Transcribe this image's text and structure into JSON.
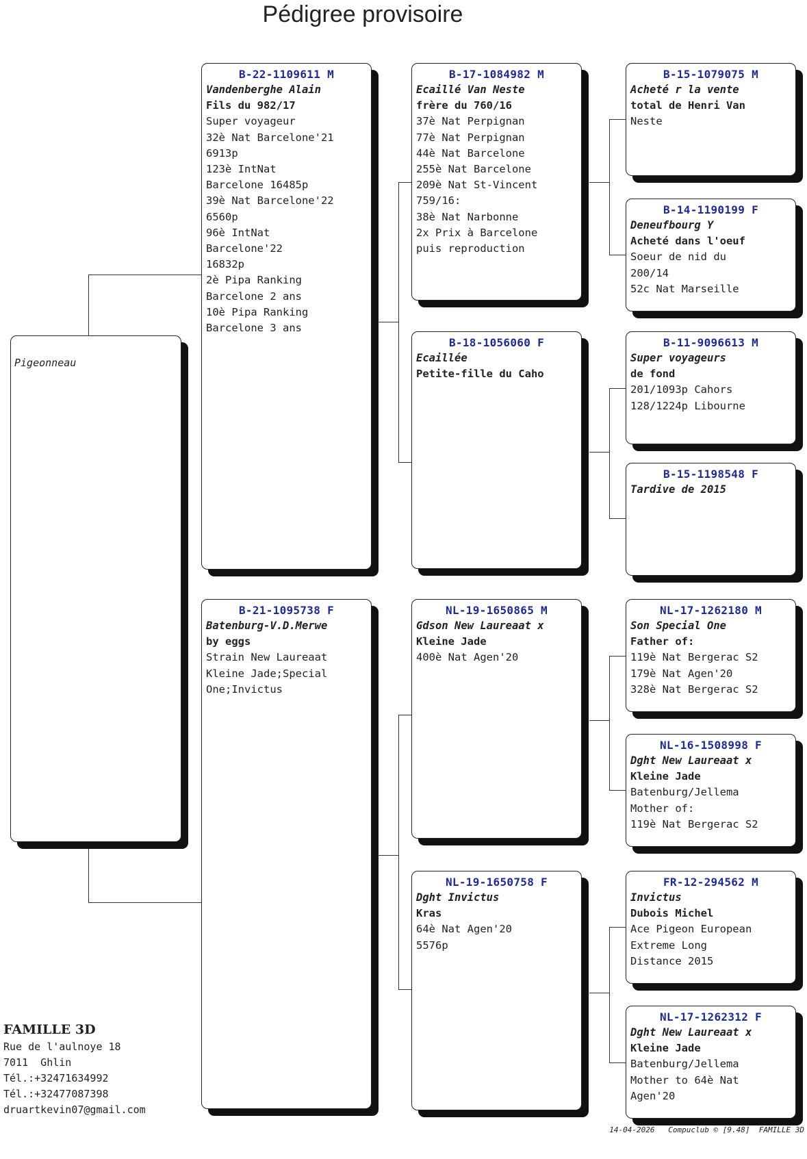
{
  "title": "Pédigree provisoire",
  "subject": {
    "name": "Pigeonneau"
  },
  "pigeons": [
    {
      "ring": "B-22-1109611 M",
      "lines": [
        {
          "t": "Vandenberghe Alain",
          "s": "bi"
        },
        {
          "t": "Fils du 982/17",
          "s": "b"
        },
        {
          "t": "Super voyageur"
        },
        {
          "t": "32è Nat Barcelone'21"
        },
        {
          "t": "6913p"
        },
        {
          "t": "123è IntNat"
        },
        {
          "t": "Barcelone 16485p"
        },
        {
          "t": "39è Nat Barcelone'22"
        },
        {
          "t": "6560p"
        },
        {
          "t": "96è IntNat"
        },
        {
          "t": "Barcelone'22"
        },
        {
          "t": "16832p"
        },
        {
          "t": "2è Pipa Ranking"
        },
        {
          "t": "Barcelone 2 ans"
        },
        {
          "t": "10è Pipa Ranking"
        },
        {
          "t": "Barcelone 3 ans"
        }
      ]
    },
    {
      "ring": "B-21-1095738 F",
      "lines": [
        {
          "t": "Batenburg-V.D.Merwe",
          "s": "bi"
        },
        {
          "t": "by eggs",
          "s": "b"
        },
        {
          "t": "Strain New Laureaat"
        },
        {
          "t": "Kleine Jade;Special"
        },
        {
          "t": "One;Invictus"
        }
      ]
    },
    {
      "ring": "B-17-1084982 M",
      "lines": [
        {
          "t": "Ecaillé Van Neste",
          "s": "bi"
        },
        {
          "t": "frère du 760/16",
          "s": "b"
        },
        {
          "t": "37è Nat Perpignan"
        },
        {
          "t": "77è Nat Perpignan"
        },
        {
          "t": "44è Nat Barcelone"
        },
        {
          "t": "255è Nat Barcelone"
        },
        {
          "t": "209è Nat St-Vincent"
        },
        {
          "t": "759/16:"
        },
        {
          "t": "38è Nat Narbonne"
        },
        {
          "t": "2x Prix à Barcelone"
        },
        {
          "t": "puis reproduction"
        }
      ]
    },
    {
      "ring": "B-18-1056060 F",
      "lines": [
        {
          "t": "Ecaillée",
          "s": "bi"
        },
        {
          "t": "Petite-fille du Caho",
          "s": "b"
        }
      ]
    },
    {
      "ring": "NL-19-1650865 M",
      "lines": [
        {
          "t": "Gdson New Laureaat x",
          "s": "bi"
        },
        {
          "t": "Kleine Jade",
          "s": "b"
        },
        {
          "t": "400è Nat Agen'20"
        }
      ]
    },
    {
      "ring": "NL-19-1650758 F",
      "lines": [
        {
          "t": "Dght Invictus",
          "s": "bi"
        },
        {
          "t": "Kras",
          "s": "b"
        },
        {
          "t": "64è Nat Agen'20"
        },
        {
          "t": "5576p"
        }
      ]
    },
    {
      "ring": "B-15-1079075 M",
      "lines": [
        {
          "t": "Acheté r la vente",
          "s": "bi"
        },
        {
          "t": "total de Henri Van",
          "s": "b"
        },
        {
          "t": "Neste"
        }
      ]
    },
    {
      "ring": "B-14-1190199 F",
      "lines": [
        {
          "t": "Deneufbourg Y",
          "s": "bi"
        },
        {
          "t": "Acheté dans l'oeuf",
          "s": "b"
        },
        {
          "t": "Soeur de nid du"
        },
        {
          "t": "200/14"
        },
        {
          "t": "52c Nat Marseille"
        }
      ]
    },
    {
      "ring": "B-11-9096613 M",
      "lines": [
        {
          "t": "Super voyageurs",
          "s": "bi"
        },
        {
          "t": "de fond",
          "s": "b"
        },
        {
          "t": "201/1093p Cahors"
        },
        {
          "t": "128/1224p Libourne"
        }
      ]
    },
    {
      "ring": "B-15-1198548 F",
      "lines": [
        {
          "t": "Tardive de 2015",
          "s": "bi"
        }
      ]
    },
    {
      "ring": "NL-17-1262180 M",
      "lines": [
        {
          "t": "Son Special One",
          "s": "bi"
        },
        {
          "t": "Father of:",
          "s": "b"
        },
        {
          "t": "119è Nat Bergerac S2"
        },
        {
          "t": "179è Nat Agen'20"
        },
        {
          "t": "328è Nat Bergerac S2"
        }
      ]
    },
    {
      "ring": "NL-16-1508998 F",
      "lines": [
        {
          "t": "Dght New Laureaat x",
          "s": "bi"
        },
        {
          "t": "Kleine Jade",
          "s": "b"
        },
        {
          "t": "Batenburg/Jellema"
        },
        {
          "t": "Mother of:"
        },
        {
          "t": "119è Nat Bergerac S2"
        }
      ]
    },
    {
      "ring": "FR-12-294562 M",
      "lines": [
        {
          "t": "Invictus",
          "s": "bi"
        },
        {
          "t": "Dubois Michel",
          "s": "b"
        },
        {
          "t": "Ace Pigeon European"
        },
        {
          "t": "Extreme Long"
        },
        {
          "t": "Distance 2015"
        }
      ]
    },
    {
      "ring": "NL-17-1262312 F",
      "lines": [
        {
          "t": "Dght New Laureaat x",
          "s": "bi"
        },
        {
          "t": "Kleine Jade",
          "s": "b"
        },
        {
          "t": "Batenburg/Jellema"
        },
        {
          "t": "Mother to 64è Nat"
        },
        {
          "t": "Agen'20"
        }
      ]
    }
  ],
  "owner": {
    "name": "FAMILLE 3D",
    "address_lines": [
      "Rue de l'aulnoye 18",
      "7011  Ghlin",
      "Tél.:+32471634992",
      "Tél.:+32477087398",
      "druartkevin07@gmail.com"
    ]
  },
  "footer": "14-04-2026   Compuclub © [9.48]  FAMILLE 3D"
}
